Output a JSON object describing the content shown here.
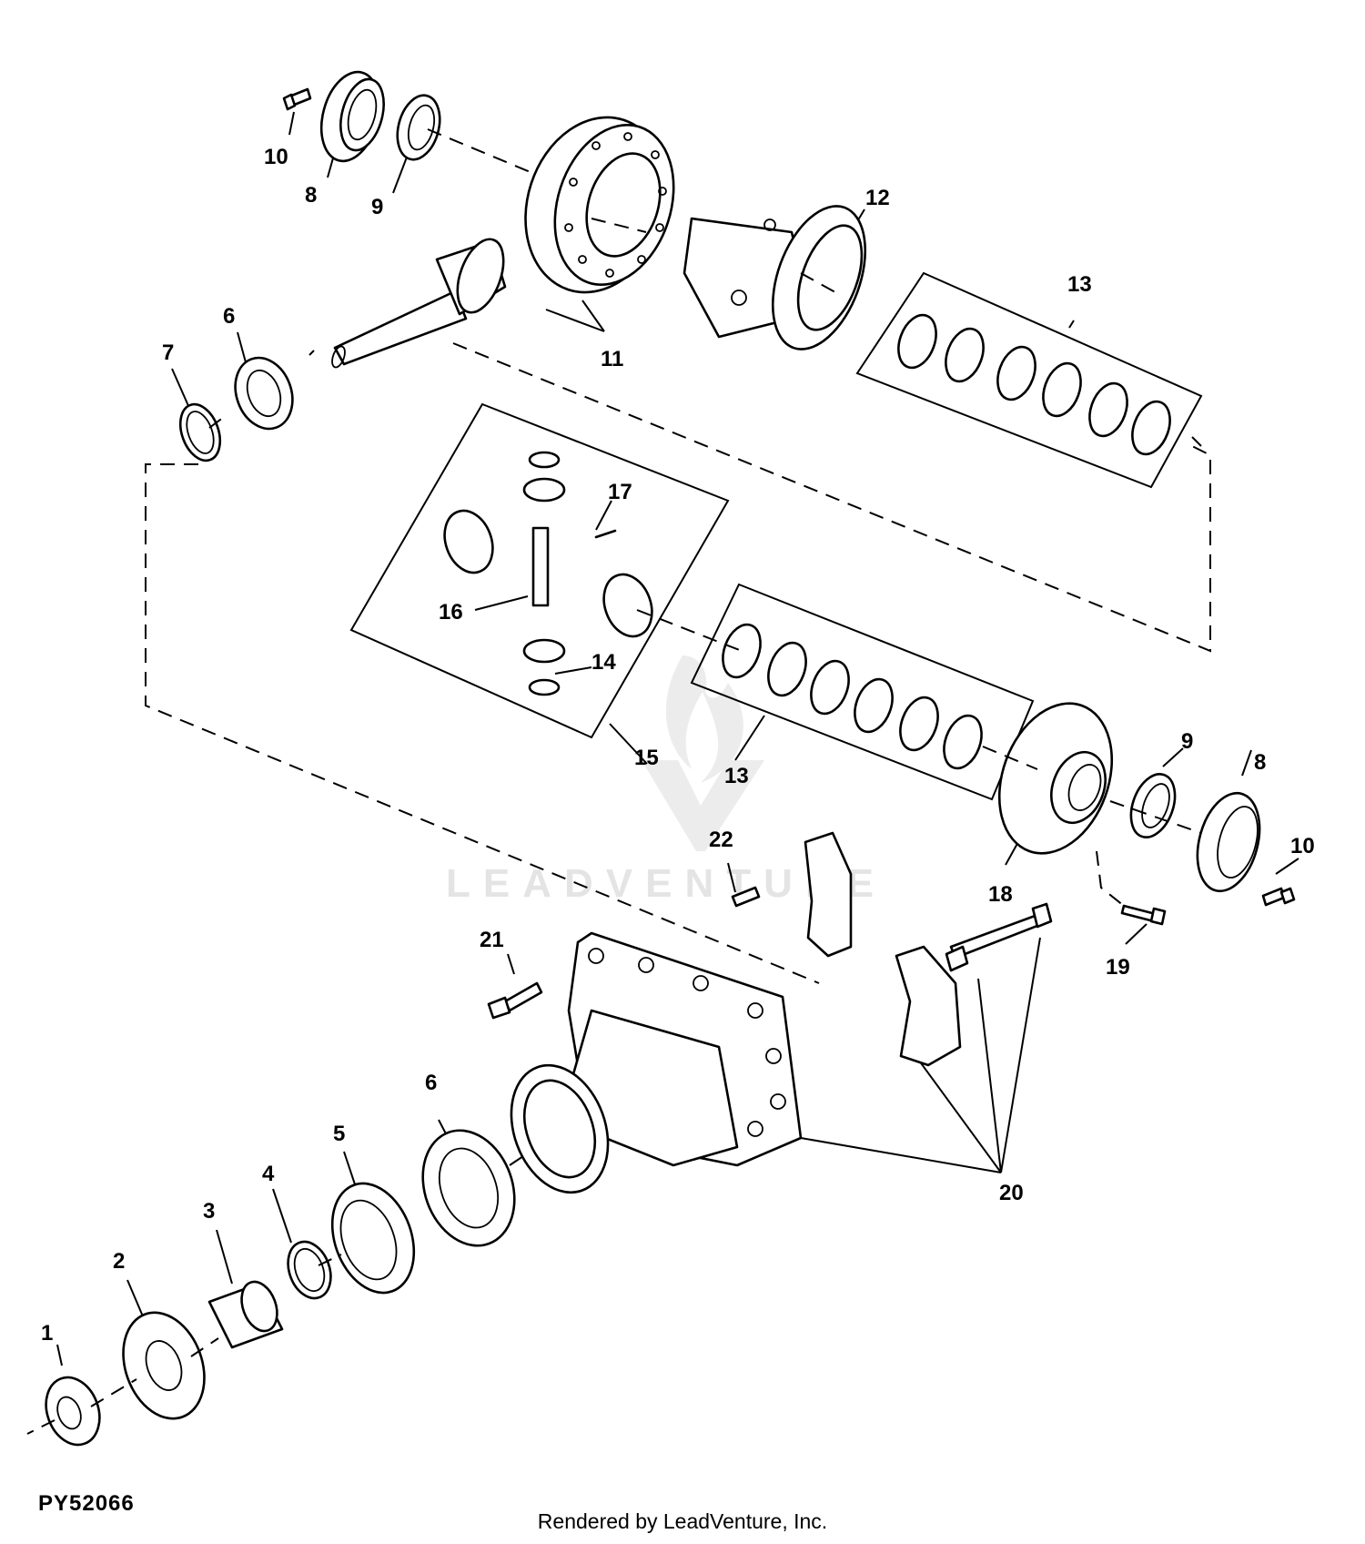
{
  "figure_id": "PY52066",
  "footer": "Rendered by LeadVenture, Inc.",
  "watermark": {
    "brand": "LEADVENTURE"
  },
  "callouts": {
    "c1": "1",
    "c2": "2",
    "c3": "3",
    "c4": "4",
    "c5": "5",
    "c6_top": "6",
    "c6_bottom": "6",
    "c7": "7",
    "c8_top": "8",
    "c8_right": "8",
    "c9_top": "9",
    "c9_right": "9",
    "c10_top": "10",
    "c10_right": "10",
    "c11": "11",
    "c12": "12",
    "c13_top": "13",
    "c13_mid": "13",
    "c14": "14",
    "c15": "15",
    "c16": "16",
    "c17": "17",
    "c18": "18",
    "c19": "19",
    "c20": "20",
    "c21": "21",
    "c22": "22"
  }
}
